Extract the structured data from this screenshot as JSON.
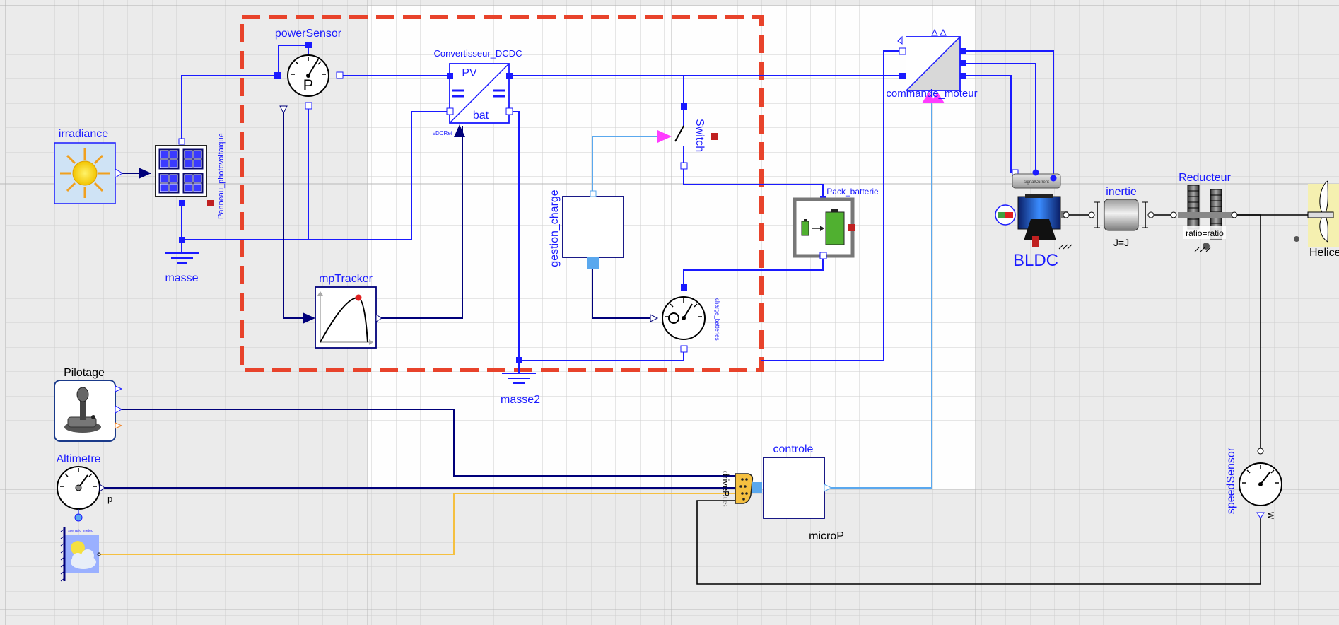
{
  "diagram": {
    "components": {
      "irradiance": "irradiance",
      "panneau": "Panneau_photovoltaique",
      "masse": "masse",
      "powerSensor": "powerSensor",
      "powerSensor_symbol": "P",
      "convertisseur": "Convertisseur_DCDC",
      "conv_pv": "PV",
      "conv_bat": "bat",
      "conv_vref": "vDCRef",
      "mpTracker": "mpTracker",
      "masse2": "masse2",
      "switch": "Switch",
      "gestion": "gestion_charge",
      "charge_batteries": "charge_batteries",
      "pack_batterie": "Pack_batterie",
      "commande_moteur": "commande_moteur",
      "bldc": "BLDC",
      "bldc_small": "signalCurrent",
      "inertie": "inertie",
      "inertie_param": "J=J",
      "reducteur": "Reducteur",
      "reducteur_param": "ratio=ratio",
      "helice": "Helice",
      "speedSensor": "speedSensor",
      "speed_w": "w",
      "pilotage": "Pilotage",
      "altimetre": "Altimetre",
      "altimetre_p": "p",
      "scenario": "scenario_meteo",
      "controle": "controle",
      "microp": "microP",
      "drivebus": "driveBus"
    },
    "colors": {
      "wire_electric": "#1a1aff",
      "wire_signal_dark": "#00007a",
      "wire_signal_light": "#5aa8ee",
      "wire_bus": "#f5c040",
      "wire_mech": "#000000",
      "dashed_frame": "#e8432b",
      "grid": "#c8c8c8",
      "background": "#ebebeb",
      "sheet": "#ffffff"
    }
  }
}
